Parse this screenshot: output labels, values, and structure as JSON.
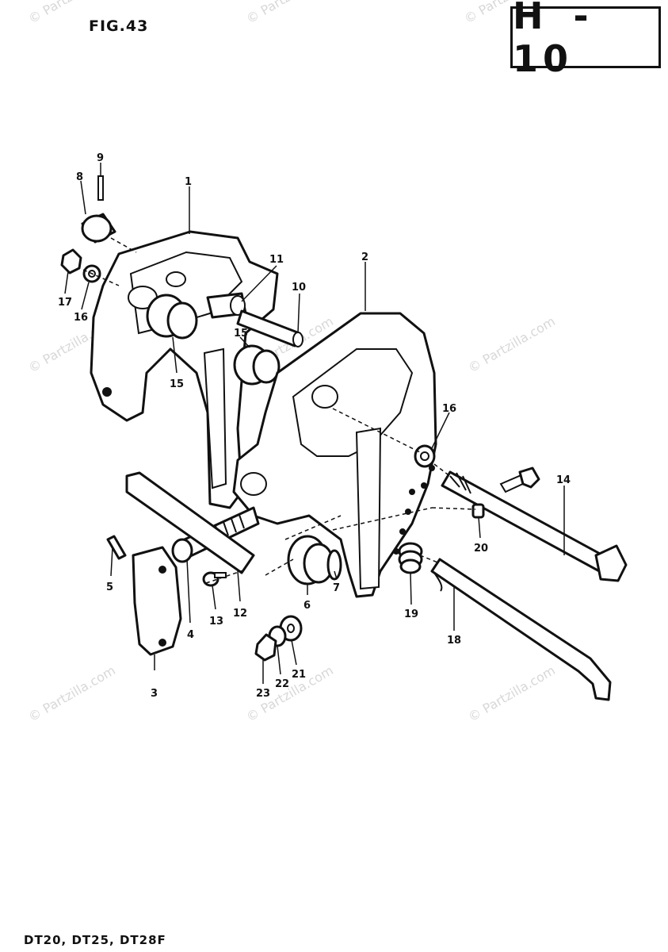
{
  "header": {
    "figure_label": "FIG.43",
    "page_code": "H - 10"
  },
  "footer": {
    "models": "DT20, DT25, DT28F"
  },
  "watermark": {
    "text": "© Partzilla.com"
  },
  "callouts": {
    "c1": "1",
    "c2": "2",
    "c3": "3",
    "c4": "4",
    "c5": "5",
    "c6": "6",
    "c7": "7",
    "c8": "8",
    "c9": "9",
    "c10": "10",
    "c11": "11",
    "c12": "12",
    "c13": "13",
    "c14": "14",
    "c15a": "15",
    "c15b": "15",
    "c16a": "16",
    "c16b": "16",
    "c17": "17",
    "c18": "18",
    "c19": "19",
    "c20": "20",
    "c21": "21",
    "c22": "22",
    "c23": "23"
  }
}
